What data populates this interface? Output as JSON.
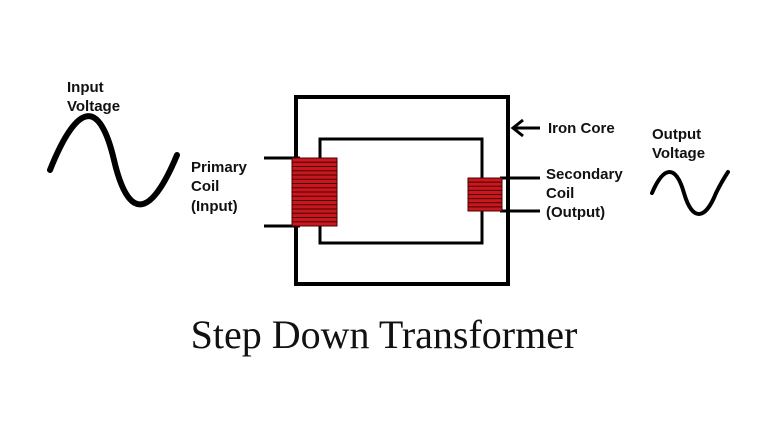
{
  "title": "Step Down Transformer",
  "labels": {
    "input_voltage": [
      "Input",
      "Voltage"
    ],
    "output_voltage": [
      "Output",
      "Voltage"
    ],
    "iron_core": "Iron Core",
    "primary_coil": [
      "Primary",
      "Coil",
      "(Input)"
    ],
    "secondary_coil": [
      "Secondary",
      "Coil",
      "(Output)"
    ]
  },
  "colors": {
    "coil": "#c8171e",
    "coil_line": "#4a0000",
    "stroke": "#000000",
    "text": "#111111"
  },
  "coils": {
    "primary_turns": 16,
    "secondary_turns": 8
  }
}
